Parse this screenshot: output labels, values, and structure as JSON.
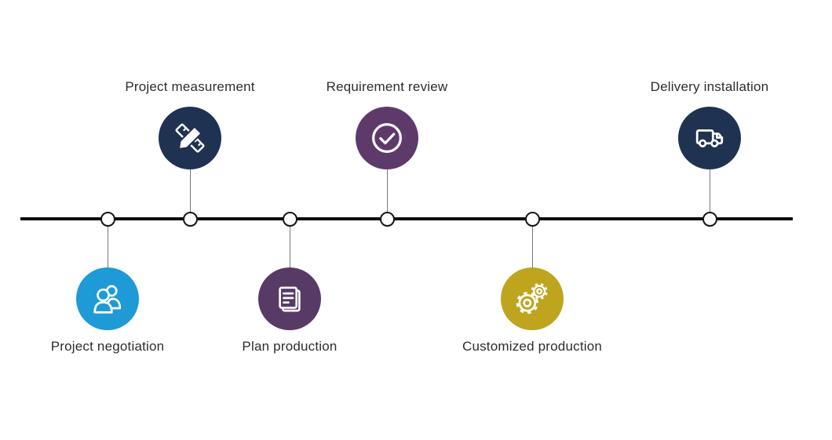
{
  "timeline": {
    "steps": [
      {
        "label": "Project negotiation",
        "icon": "people-icon",
        "color": "#1E9AD6",
        "side": "below"
      },
      {
        "label": "Project measurement",
        "icon": "ruler-pencil-icon",
        "color": "#1F3252",
        "side": "above"
      },
      {
        "label": "Plan production",
        "icon": "document-icon",
        "color": "#583A66",
        "side": "below"
      },
      {
        "label": "Requirement review",
        "icon": "check-circle-icon",
        "color": "#5E3A6B",
        "side": "above"
      },
      {
        "label": "Customized production",
        "icon": "gears-icon",
        "color": "#BFA51E",
        "side": "below"
      },
      {
        "label": "Delivery installation",
        "icon": "truck-icon",
        "color": "#1F3252",
        "side": "above"
      }
    ],
    "colors": {
      "axis": "#0D0D0D",
      "connector": "#777777",
      "node_fill": "#FFFFFF",
      "node_border": "#141414",
      "label_text": "#2D2D2D",
      "icon_stroke": "#FFFFFF"
    }
  }
}
